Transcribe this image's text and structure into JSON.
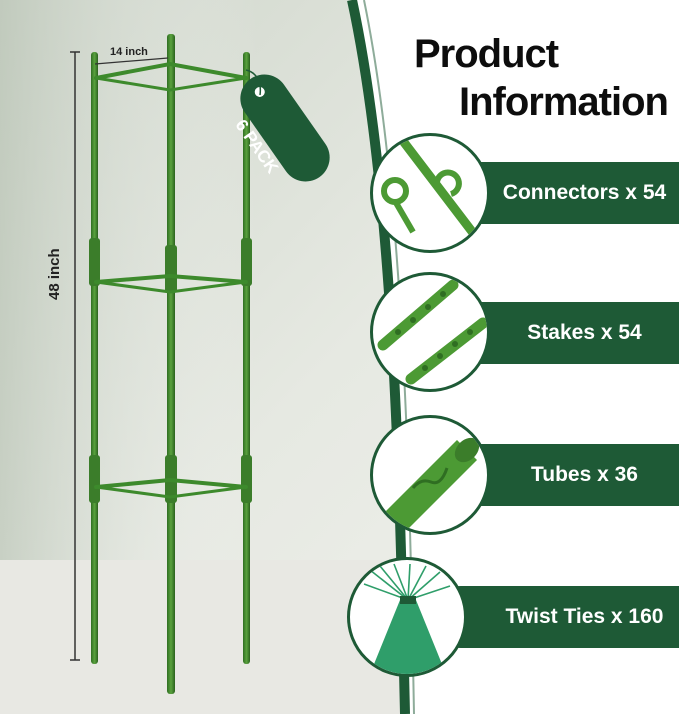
{
  "title": {
    "line1": "Product",
    "line2": "Information"
  },
  "dimensions": {
    "width": "14 inch",
    "height": "48 inch"
  },
  "badge": "6 PACK",
  "items": [
    {
      "label": "Connectors x 54",
      "icon": "connector-clip-icon"
    },
    {
      "label": "Stakes x 54",
      "icon": "stake-icon"
    },
    {
      "label": "Tubes x 36",
      "icon": "tube-icon"
    },
    {
      "label": "Twist Ties x 160",
      "icon": "twist-ties-icon"
    }
  ],
  "colors": {
    "brand_green": "#1e5a36",
    "stake_green": "#3e8a2c",
    "background": "#e9ece6"
  }
}
